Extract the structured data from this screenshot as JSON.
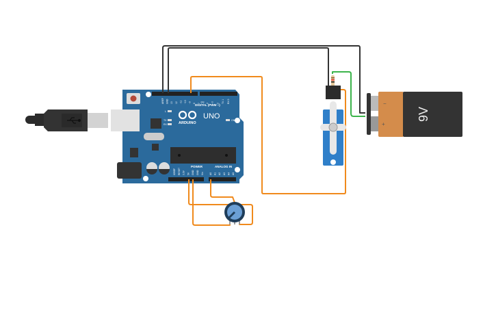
{
  "board": {
    "brand": "ARDUINO",
    "model": "UNO",
    "digital_label": "DIGITAL (PWM ~)",
    "power_label": "POWER",
    "analog_label": "ANALOG IN",
    "led_l": "L",
    "led_tx": "TX",
    "led_rx": "RX",
    "led_on": "ON",
    "top_pins": [
      "AREF",
      "GND",
      "13",
      "12",
      "~11",
      "~10",
      "~9",
      "8",
      "7",
      "~6",
      "~5",
      "4",
      "~3",
      "2",
      "TX 1",
      "RX 0"
    ],
    "power_pins": [
      "IOREF",
      "RESET",
      "3.3V",
      "5V",
      "GND",
      "GND",
      "Vin"
    ],
    "analog_pins": [
      "A0",
      "A1",
      "A2",
      "A3",
      "A4",
      "A5"
    ]
  },
  "battery": {
    "label": "9V",
    "minus": "−",
    "plus": "+"
  },
  "colors": {
    "board": "#2b6a9c",
    "wire_black": "#333333",
    "wire_orange": "#f08a1c",
    "wire_green": "#3cb44b",
    "battery_orange": "#d48c4b",
    "battery_dark": "#333333",
    "servo": "#2f7fc9"
  },
  "icons": [
    "usb-icon"
  ]
}
